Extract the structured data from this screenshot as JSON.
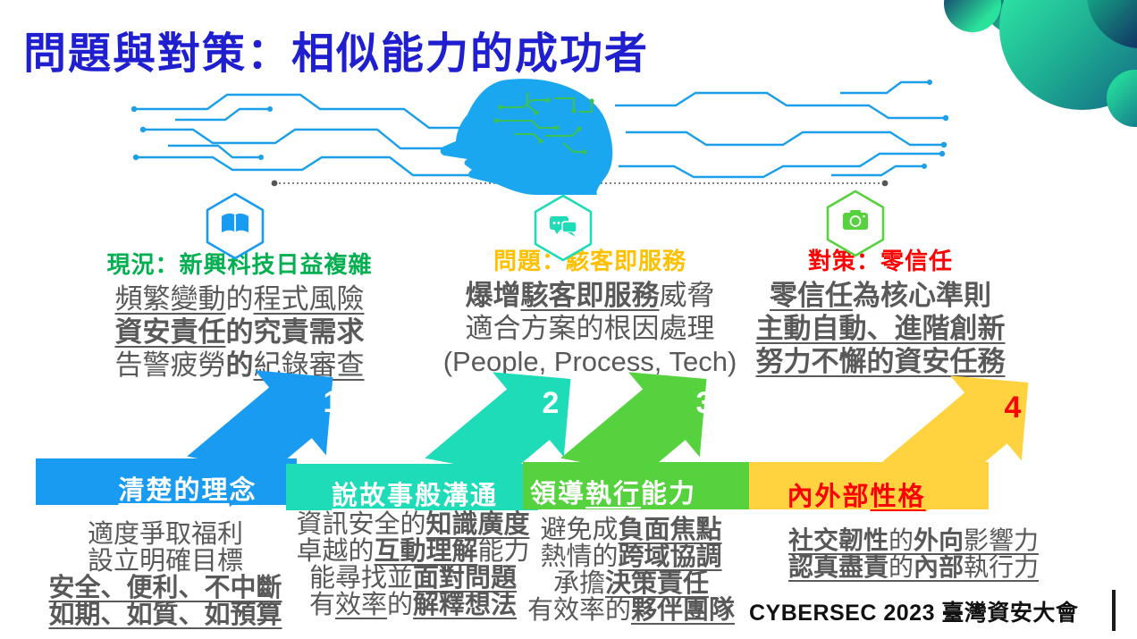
{
  "slide": {
    "title": "問題與對策：相似能力的成功者"
  },
  "colors": {
    "title": "#1F1FD0",
    "body_text": "#595959",
    "section_status_heading": "#00B050",
    "section_problem_heading": "#FFC000",
    "section_solution_heading": "#FF0000",
    "step1": "#189BF0",
    "step2": "#1EDCB8",
    "step3": "#55D23E",
    "step4": "#FFD23F",
    "step4_label": "#FF0000",
    "head_blue": "#1BA7F0",
    "brain_green": "#3DC153",
    "decor_green": "#2EE6A2",
    "decor_teal": "#157A8C",
    "decor_navy": "#15406B"
  },
  "sections": [
    {
      "icon": "book-icon",
      "heading": "現況：新興科技日益複雜",
      "lines": [
        [
          {
            "t": "頻繁變動",
            "u": 1
          },
          {
            "t": "的"
          },
          {
            "t": "程式風險",
            "u": 1
          }
        ],
        [
          {
            "t": "資安責任",
            "b": 1,
            "u": 1
          },
          {
            "t": "的究責需求",
            "b": 1
          }
        ],
        [
          {
            "t": "告警疲勞"
          },
          {
            "t": "的",
            "b": 1
          },
          {
            "t": "紀錄審查",
            "u": 1
          }
        ]
      ]
    },
    {
      "icon": "chat-icon",
      "heading": "問題：駭客即服務",
      "lines": [
        [
          {
            "t": "爆增",
            "b": 1
          },
          {
            "t": "駭客即服務",
            "b": 1,
            "u": 1
          },
          {
            "t": "威脅"
          }
        ],
        [
          {
            "t": "適合方案的根因處理"
          }
        ],
        [
          {
            "t": "(People, Process, Tech)"
          }
        ]
      ]
    },
    {
      "icon": "camera-icon",
      "heading": "對策：零信任",
      "lines": [
        [
          {
            "t": "零信任",
            "b": 1,
            "u": 1
          },
          {
            "t": "為核心準則",
            "b": 1
          }
        ],
        [
          {
            "t": "主動自動、進階創新",
            "b": 1,
            "u": 1
          }
        ],
        [
          {
            "t": "努力不懈的資安任務",
            "b": 1,
            "u": 1
          }
        ]
      ]
    }
  ],
  "steps": [
    {
      "number": "1",
      "label": [
        {
          "t": "清楚的理",
          "u": 1
        },
        {
          "t": "念"
        }
      ],
      "details": [
        [
          {
            "t": "適度爭取福利"
          }
        ],
        [
          {
            "t": "設立明確目標"
          }
        ],
        [
          {
            "t": "安全、便利、不中斷",
            "b": 1,
            "u": 1
          }
        ],
        [
          {
            "t": "如期、如質、如預算",
            "b": 1,
            "u": 1
          }
        ]
      ]
    },
    {
      "number": "2",
      "label": [
        {
          "t": "說故事",
          "u": 1
        },
        {
          "t": "般溝通"
        }
      ],
      "details": [
        [
          {
            "t": "資訊安全的"
          },
          {
            "t": "知識廣度",
            "b": 1,
            "u": 1
          }
        ],
        [
          {
            "t": "卓越的"
          },
          {
            "t": "互動理解",
            "b": 1,
            "u": 1
          },
          {
            "t": "能力"
          }
        ],
        [
          {
            "t": "能尋找並"
          },
          {
            "t": "面對問題",
            "b": 1,
            "u": 1
          }
        ],
        [
          {
            "t": "有"
          },
          {
            "t": "效率",
            "u": 1
          },
          {
            "t": "的"
          },
          {
            "t": "解釋想法",
            "b": 1,
            "u": 1
          }
        ]
      ]
    },
    {
      "number": "3",
      "label": [
        {
          "t": "領導"
        },
        {
          "t": "執行",
          "u": 1
        },
        {
          "t": "能力"
        }
      ],
      "details": [
        [
          {
            "t": "避免成"
          },
          {
            "t": "負面焦點",
            "b": 1,
            "u": 1
          }
        ],
        [
          {
            "t": "熱情的"
          },
          {
            "t": "跨域協調",
            "b": 1,
            "u": 1
          }
        ],
        [
          {
            "t": "承擔"
          },
          {
            "t": "決策責任",
            "b": 1,
            "u": 1
          }
        ],
        [
          {
            "t": "有效率的"
          },
          {
            "t": "夥伴團隊",
            "b": 1,
            "u": 1
          }
        ]
      ]
    },
    {
      "number": "4",
      "label": [
        {
          "t": "內外部"
        },
        {
          "t": "性格",
          "u": 1
        }
      ],
      "details": [
        [
          {
            "t": "社交韌性",
            "b": 1,
            "u": 1
          },
          {
            "t": "的",
            "u": 1
          },
          {
            "t": "外向",
            "b": 1,
            "u": 1
          },
          {
            "t": "影響力",
            "u": 1
          }
        ],
        [
          {
            "t": "認真盡責",
            "b": 1,
            "u": 1
          },
          {
            "t": "的",
            "u": 1
          },
          {
            "t": "內部",
            "b": 1,
            "u": 1
          },
          {
            "t": "執行力",
            "u": 1
          }
        ]
      ]
    }
  ],
  "footer": {
    "brand": "CYBERSEC 2023 臺灣資安大會"
  }
}
